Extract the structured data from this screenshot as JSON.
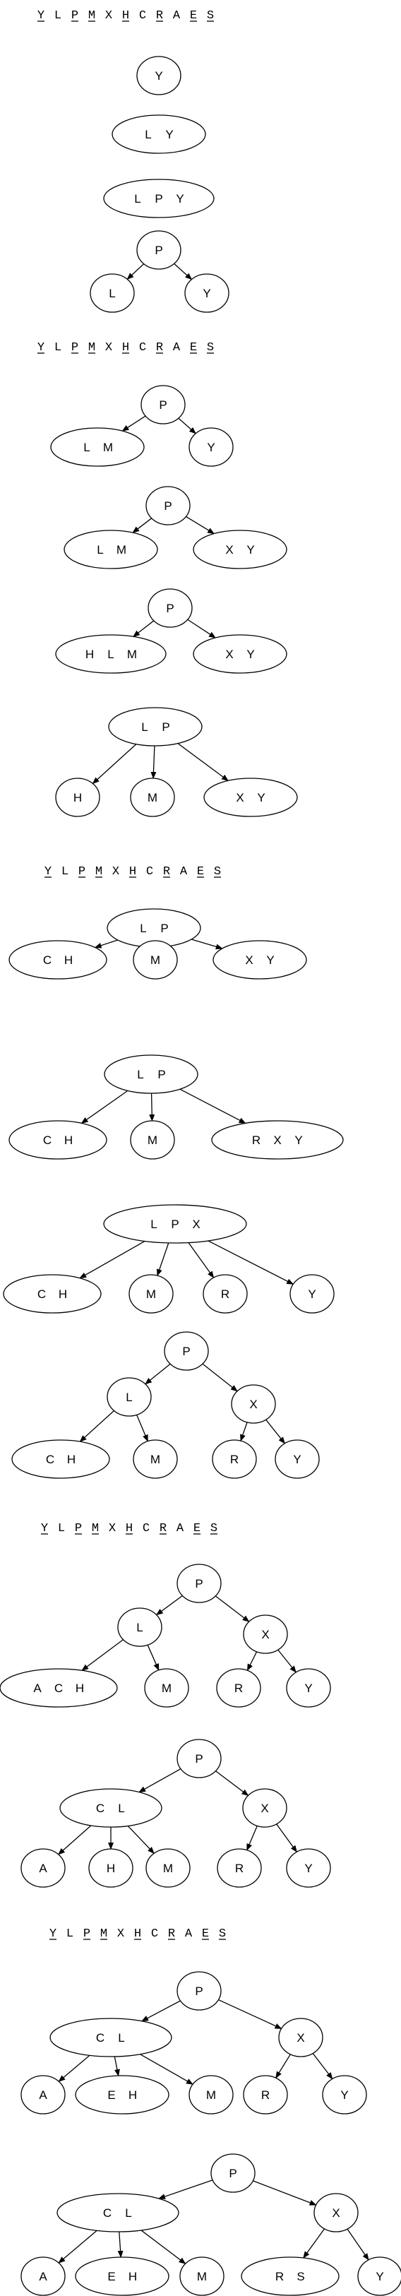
{
  "sequence_markers": [
    {
      "letters": [
        "Y",
        "L",
        "P",
        "M",
        "X",
        "H",
        "C",
        "R",
        "A",
        "E",
        "S"
      ],
      "underlined": [
        0,
        2,
        3,
        5,
        7,
        9,
        10
      ]
    },
    {
      "letters": [
        "Y",
        "L",
        "P",
        "M",
        "X",
        "H",
        "C",
        "R",
        "A",
        "E",
        "S"
      ],
      "underlined": [
        0,
        2,
        3,
        5,
        7,
        9,
        10
      ]
    },
    {
      "letters": [
        "Y",
        "L",
        "P",
        "M",
        "X",
        "H",
        "C",
        "R",
        "A",
        "E",
        "S"
      ],
      "underlined": [
        0,
        2,
        3,
        5,
        7,
        9,
        10
      ]
    },
    {
      "letters": [
        "Y",
        "L",
        "P",
        "M",
        "X",
        "H",
        "C",
        "R",
        "A",
        "E",
        "S"
      ],
      "underlined": [
        0,
        2,
        3,
        5,
        7,
        9,
        10
      ]
    },
    {
      "letters": [
        "Y",
        "L",
        "P",
        "M",
        "X",
        "H",
        "C",
        "R",
        "A",
        "E",
        "S"
      ],
      "underlined": [
        0,
        2,
        3,
        5,
        7,
        9,
        10
      ]
    }
  ],
  "trees": [
    {
      "nodes": [
        {
          "id": "n1",
          "keys": [
            "Y"
          ]
        }
      ],
      "edges": []
    },
    {
      "nodes": [
        {
          "id": "n1",
          "keys": [
            "L",
            "Y"
          ]
        }
      ],
      "edges": []
    },
    {
      "nodes": [
        {
          "id": "n1",
          "keys": [
            "L",
            "P",
            "Y"
          ]
        }
      ],
      "edges": []
    },
    {
      "nodes": [
        {
          "id": "r",
          "keys": [
            "P"
          ]
        },
        {
          "id": "a",
          "keys": [
            "L"
          ]
        },
        {
          "id": "b",
          "keys": [
            "Y"
          ]
        }
      ],
      "edges": [
        [
          "r",
          "a"
        ],
        [
          "r",
          "b"
        ]
      ]
    },
    {
      "nodes": [
        {
          "id": "r",
          "keys": [
            "P"
          ]
        },
        {
          "id": "a",
          "keys": [
            "L",
            "M"
          ]
        },
        {
          "id": "b",
          "keys": [
            "Y"
          ]
        }
      ],
      "edges": [
        [
          "r",
          "a"
        ],
        [
          "r",
          "b"
        ]
      ]
    },
    {
      "nodes": [
        {
          "id": "r",
          "keys": [
            "P"
          ]
        },
        {
          "id": "a",
          "keys": [
            "L",
            "M"
          ]
        },
        {
          "id": "b",
          "keys": [
            "X",
            "Y"
          ]
        }
      ],
      "edges": [
        [
          "r",
          "a"
        ],
        [
          "r",
          "b"
        ]
      ]
    },
    {
      "nodes": [
        {
          "id": "r",
          "keys": [
            "P"
          ]
        },
        {
          "id": "a",
          "keys": [
            "H",
            "L",
            "M"
          ]
        },
        {
          "id": "b",
          "keys": [
            "X",
            "Y"
          ]
        }
      ],
      "edges": [
        [
          "r",
          "a"
        ],
        [
          "r",
          "b"
        ]
      ]
    },
    {
      "nodes": [
        {
          "id": "r",
          "keys": [
            "L",
            "P"
          ]
        },
        {
          "id": "a",
          "keys": [
            "H"
          ]
        },
        {
          "id": "b",
          "keys": [
            "M"
          ]
        },
        {
          "id": "c",
          "keys": [
            "X",
            "Y"
          ]
        }
      ],
      "edges": [
        [
          "r",
          "a"
        ],
        [
          "r",
          "b"
        ],
        [
          "r",
          "c"
        ]
      ]
    },
    {
      "nodes": [
        {
          "id": "r",
          "keys": [
            "L",
            "P"
          ]
        },
        {
          "id": "a",
          "keys": [
            "C",
            "H"
          ]
        },
        {
          "id": "b",
          "keys": [
            "M"
          ]
        },
        {
          "id": "c",
          "keys": [
            "X",
            "Y"
          ]
        }
      ],
      "edges": [
        [
          "r",
          "a"
        ],
        [
          "r",
          "b"
        ],
        [
          "r",
          "c"
        ]
      ]
    },
    {
      "nodes": [
        {
          "id": "r",
          "keys": [
            "L",
            "P"
          ]
        },
        {
          "id": "a",
          "keys": [
            "C",
            "H"
          ]
        },
        {
          "id": "b",
          "keys": [
            "M"
          ]
        },
        {
          "id": "c",
          "keys": [
            "R",
            "X",
            "Y"
          ]
        }
      ],
      "edges": [
        [
          "r",
          "a"
        ],
        [
          "r",
          "b"
        ],
        [
          "r",
          "c"
        ]
      ]
    },
    {
      "nodes": [
        {
          "id": "r",
          "keys": [
            "L",
            "P",
            "X"
          ]
        },
        {
          "id": "a",
          "keys": [
            "C",
            "H"
          ]
        },
        {
          "id": "b",
          "keys": [
            "M"
          ]
        },
        {
          "id": "c",
          "keys": [
            "R"
          ]
        },
        {
          "id": "d",
          "keys": [
            "Y"
          ]
        }
      ],
      "edges": [
        [
          "r",
          "a"
        ],
        [
          "r",
          "b"
        ],
        [
          "r",
          "c"
        ],
        [
          "r",
          "d"
        ]
      ]
    },
    {
      "nodes": [
        {
          "id": "r",
          "keys": [
            "P"
          ]
        },
        {
          "id": "l",
          "keys": [
            "L"
          ]
        },
        {
          "id": "x",
          "keys": [
            "X"
          ]
        },
        {
          "id": "a",
          "keys": [
            "C",
            "H"
          ]
        },
        {
          "id": "b",
          "keys": [
            "M"
          ]
        },
        {
          "id": "c",
          "keys": [
            "R"
          ]
        },
        {
          "id": "d",
          "keys": [
            "Y"
          ]
        }
      ],
      "edges": [
        [
          "r",
          "l"
        ],
        [
          "r",
          "x"
        ],
        [
          "l",
          "a"
        ],
        [
          "l",
          "b"
        ],
        [
          "x",
          "c"
        ],
        [
          "x",
          "d"
        ]
      ]
    },
    {
      "nodes": [
        {
          "id": "r",
          "keys": [
            "P"
          ]
        },
        {
          "id": "l",
          "keys": [
            "L"
          ]
        },
        {
          "id": "x",
          "keys": [
            "X"
          ]
        },
        {
          "id": "a",
          "keys": [
            "A",
            "C",
            "H"
          ]
        },
        {
          "id": "b",
          "keys": [
            "M"
          ]
        },
        {
          "id": "c",
          "keys": [
            "R"
          ]
        },
        {
          "id": "d",
          "keys": [
            "Y"
          ]
        }
      ],
      "edges": [
        [
          "r",
          "l"
        ],
        [
          "r",
          "x"
        ],
        [
          "l",
          "a"
        ],
        [
          "l",
          "b"
        ],
        [
          "x",
          "c"
        ],
        [
          "x",
          "d"
        ]
      ]
    },
    {
      "nodes": [
        {
          "id": "r",
          "keys": [
            "P"
          ]
        },
        {
          "id": "l",
          "keys": [
            "C",
            "L"
          ]
        },
        {
          "id": "x",
          "keys": [
            "X"
          ]
        },
        {
          "id": "a",
          "keys": [
            "A"
          ]
        },
        {
          "id": "h",
          "keys": [
            "H"
          ]
        },
        {
          "id": "b",
          "keys": [
            "M"
          ]
        },
        {
          "id": "c",
          "keys": [
            "R"
          ]
        },
        {
          "id": "d",
          "keys": [
            "Y"
          ]
        }
      ],
      "edges": [
        [
          "r",
          "l"
        ],
        [
          "r",
          "x"
        ],
        [
          "l",
          "a"
        ],
        [
          "l",
          "h"
        ],
        [
          "l",
          "b"
        ],
        [
          "x",
          "c"
        ],
        [
          "x",
          "d"
        ]
      ]
    },
    {
      "nodes": [
        {
          "id": "r",
          "keys": [
            "P"
          ]
        },
        {
          "id": "l",
          "keys": [
            "C",
            "L"
          ]
        },
        {
          "id": "x",
          "keys": [
            "X"
          ]
        },
        {
          "id": "a",
          "keys": [
            "A"
          ]
        },
        {
          "id": "h",
          "keys": [
            "E",
            "H"
          ]
        },
        {
          "id": "b",
          "keys": [
            "M"
          ]
        },
        {
          "id": "c",
          "keys": [
            "R"
          ]
        },
        {
          "id": "d",
          "keys": [
            "Y"
          ]
        }
      ],
      "edges": [
        [
          "r",
          "l"
        ],
        [
          "r",
          "x"
        ],
        [
          "l",
          "a"
        ],
        [
          "l",
          "h"
        ],
        [
          "l",
          "b"
        ],
        [
          "x",
          "c"
        ],
        [
          "x",
          "d"
        ]
      ]
    },
    {
      "nodes": [
        {
          "id": "r",
          "keys": [
            "P"
          ]
        },
        {
          "id": "l",
          "keys": [
            "C",
            "L"
          ]
        },
        {
          "id": "x",
          "keys": [
            "X"
          ]
        },
        {
          "id": "a",
          "keys": [
            "A"
          ]
        },
        {
          "id": "h",
          "keys": [
            "E",
            "H"
          ]
        },
        {
          "id": "b",
          "keys": [
            "M"
          ]
        },
        {
          "id": "c",
          "keys": [
            "R",
            "S"
          ]
        },
        {
          "id": "d",
          "keys": [
            "Y"
          ]
        }
      ],
      "edges": [
        [
          "r",
          "l"
        ],
        [
          "r",
          "x"
        ],
        [
          "l",
          "a"
        ],
        [
          "l",
          "h"
        ],
        [
          "l",
          "b"
        ],
        [
          "x",
          "c"
        ],
        [
          "x",
          "d"
        ]
      ]
    }
  ]
}
